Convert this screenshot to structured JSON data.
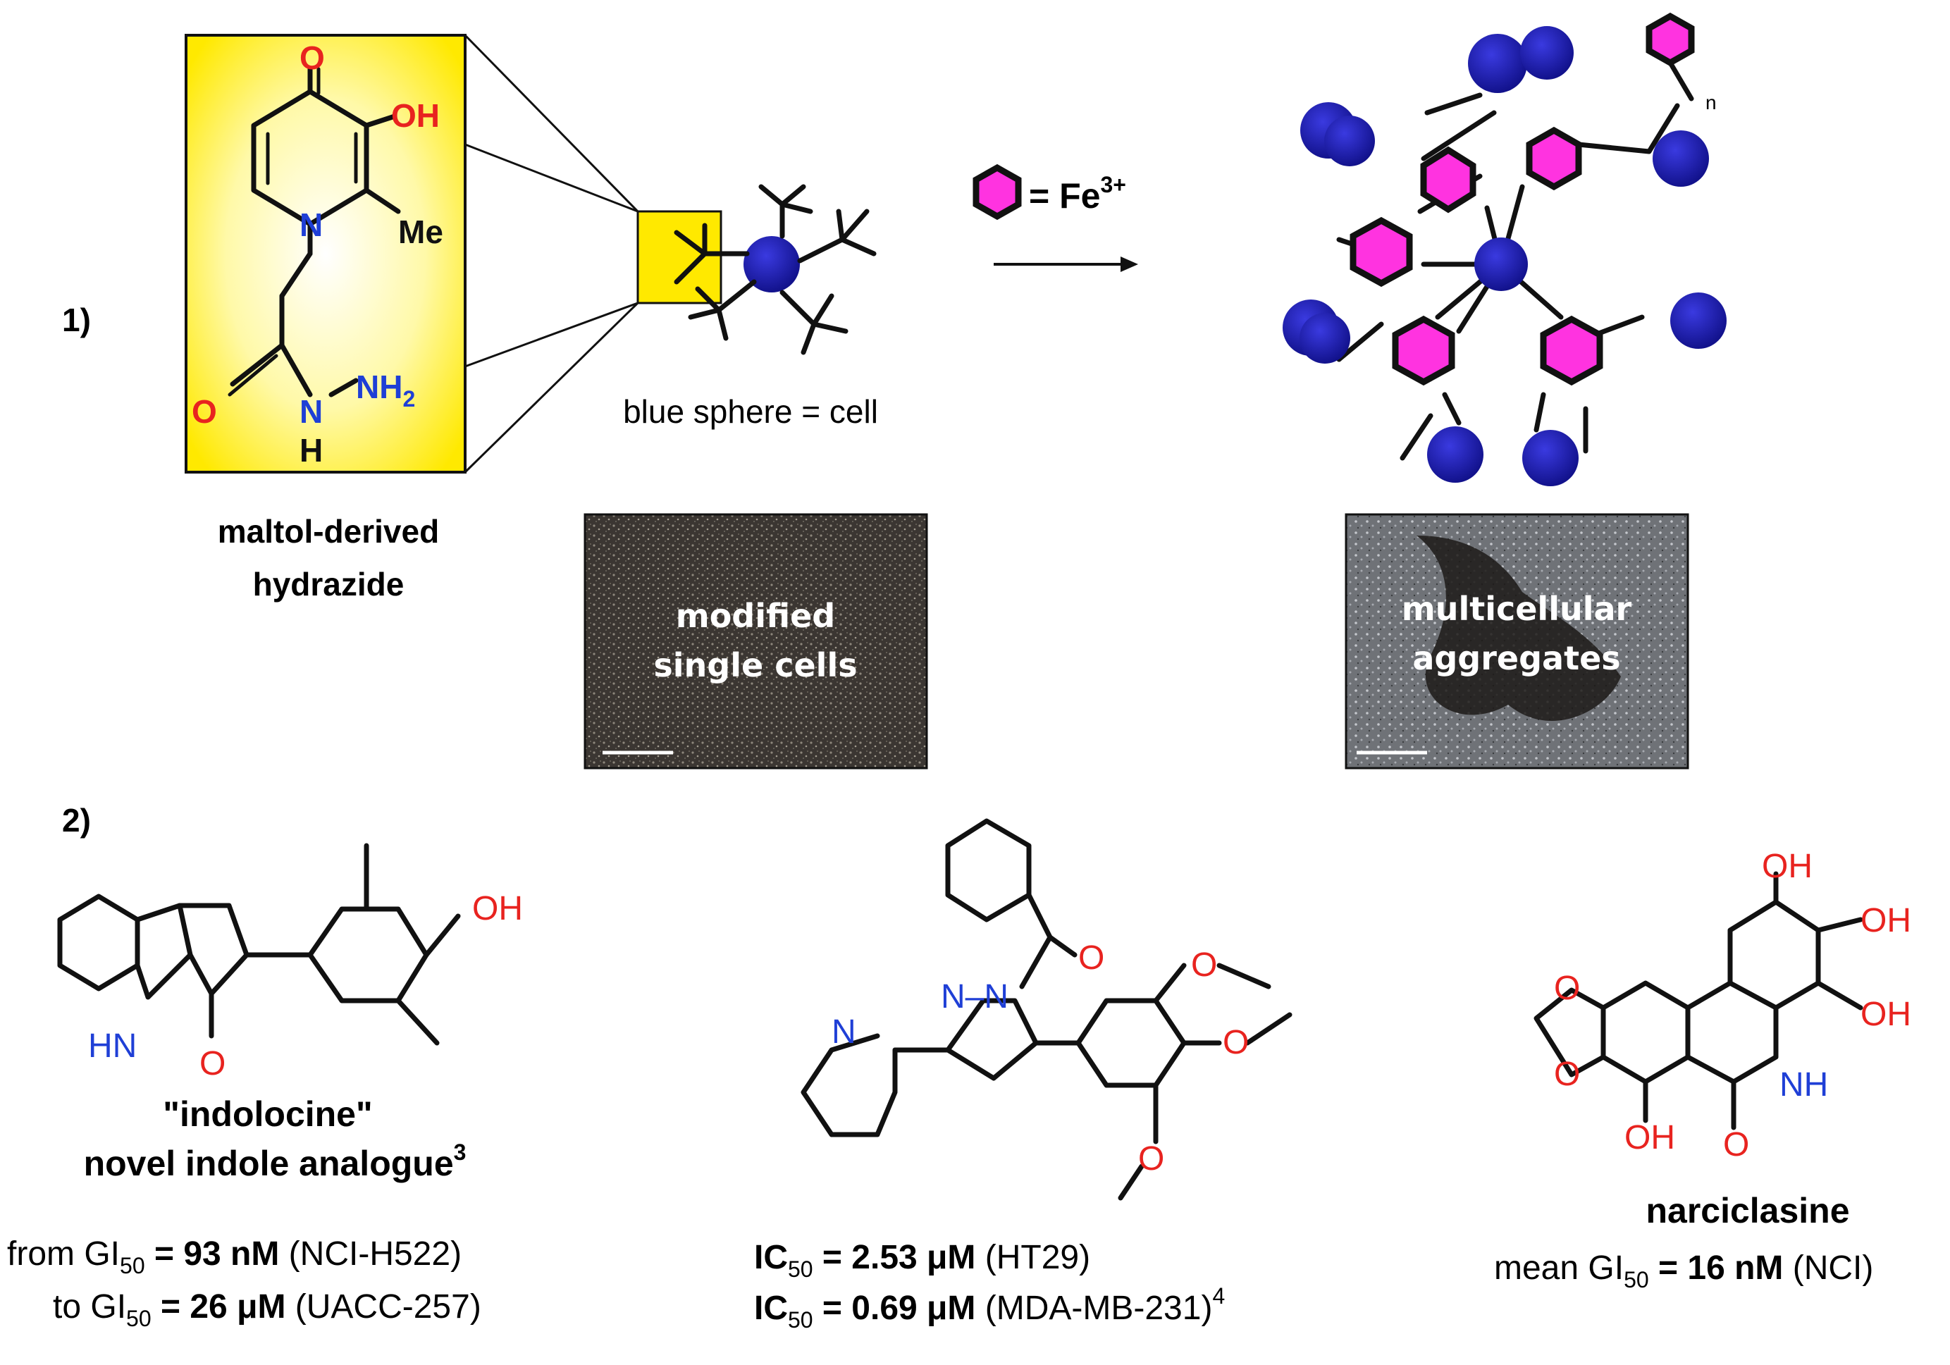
{
  "section1": {
    "label": "1)",
    "hydrazide": {
      "caption_line1": "maltol-derived",
      "caption_line2": "hydrazide",
      "atom_O_keto": "O",
      "atom_OH": "OH",
      "atom_N": "N",
      "atom_Me": "Me",
      "atom_O_amide": "O",
      "atom_N_amide": "N",
      "atom_NH2_N": "NH",
      "atom_NH2_sub": "2",
      "atom_H": "H"
    },
    "cell_legend": "blue sphere = cell",
    "fe_legend_prefix": "= Fe",
    "fe_legend_sup": "3+",
    "polymer_subscript": "n",
    "photo_left": {
      "line1": "modified",
      "line2": "single cells"
    },
    "photo_right": {
      "line1": "multicellular",
      "line2": "aggregates"
    }
  },
  "section2": {
    "label": "2)",
    "indolocine": {
      "title": "\"indolocine\"",
      "subtitle": "novel indole analogue",
      "subtitle_sup": "3",
      "line1_prefix": "from  GI",
      "line1_sub": "50",
      "line1_value": " = 93 nM",
      "line1_cell": " (NCI-H522)",
      "line2_prefix": "to GI",
      "line2_sub": "50",
      "line2_value": " = 26 μM",
      "line2_cell": " (UACC-257)",
      "atom_OH": "OH",
      "atom_HN": "HN",
      "atom_O": "O"
    },
    "pyrazoline": {
      "line1_prefix": "IC",
      "line1_sub": "50",
      "line1_value": " = 2.53 μM",
      "line1_cell": " (HT29)",
      "line2_prefix": "IC",
      "line2_sub": "50",
      "line2_value": " = 0.69 μM",
      "line2_cell": " (MDA-MB-231)",
      "line2_sup": "4",
      "atom_N_pyr": "N",
      "atom_NN": "N–N",
      "atom_O_carbonyl": "O",
      "atom_O1": "O",
      "atom_O2": "O",
      "atom_O3": "O"
    },
    "narciclasine": {
      "title": "narciclasine",
      "line_prefix": "mean GI",
      "line_sub": "50",
      "line_value": " = 16 nM",
      "line_cell": " (NCI)",
      "atom_OH1": "OH",
      "atom_OH2": "OH",
      "atom_OH3": "OH",
      "atom_OH4": "OH",
      "atom_NH": "NH",
      "atom_O_amide": "O",
      "atom_O_a": "O",
      "atom_O_b": "O"
    }
  },
  "colors": {
    "oxygen": "#e8231f",
    "nitrogen": "#1f3fd6",
    "cell_blue": "#1c1cb4",
    "fe_magenta": "#ff33e0",
    "highlight_yellow": "#ffee00"
  }
}
